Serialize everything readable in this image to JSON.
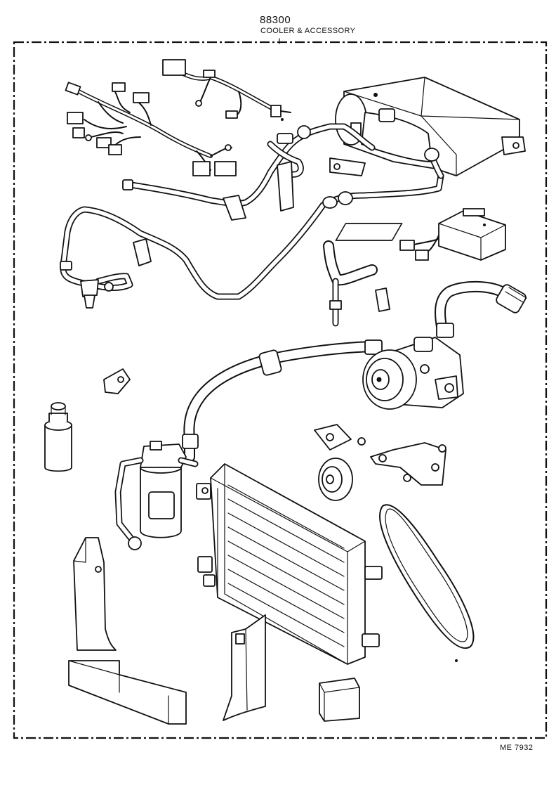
{
  "header": {
    "part_code": "88300",
    "section_title": "COOLER & ACCESSORY"
  },
  "footer": {
    "figure_number": "ME 7932"
  }
}
